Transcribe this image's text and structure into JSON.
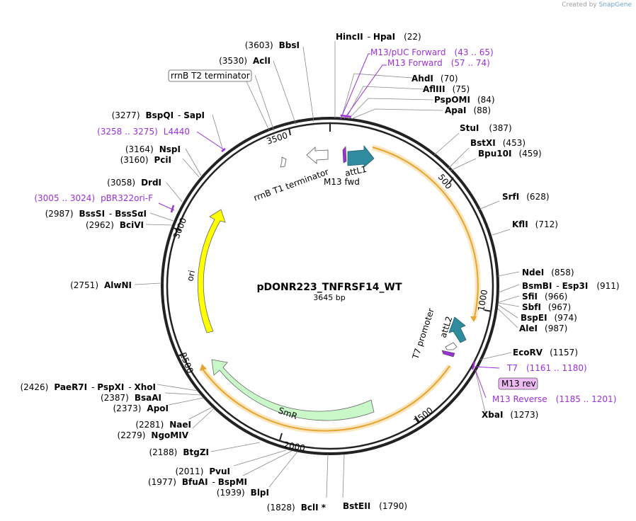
{
  "credit": {
    "prefix": "Created by",
    "brand": "SnapGene"
  },
  "plasmid": {
    "name": "pDONR223_TNFRSF14_WT",
    "length_label": "3645 bp",
    "length": 3645
  },
  "ticks": [
    "500",
    "1000",
    "1500",
    "2000",
    "2500",
    "3000",
    "3500"
  ],
  "enzymes": [
    {
      "id": "hincii",
      "name": "HincII",
      "name2": "HpaI",
      "pos": "(22)"
    },
    {
      "id": "ahdi",
      "name": "AhdI",
      "pos": "(70)"
    },
    {
      "id": "aflii",
      "name": "AflIII",
      "pos": "(75)"
    },
    {
      "id": "pspomi",
      "name": "PspOMI",
      "pos": "(84)"
    },
    {
      "id": "apai",
      "name": "ApaI",
      "pos": "(88)"
    },
    {
      "id": "stui",
      "name": "StuI",
      "pos": "(387)"
    },
    {
      "id": "bstxi",
      "name": "BstXI",
      "pos": "(453)"
    },
    {
      "id": "bpu10i",
      "name": "Bpu10I",
      "pos": "(459)"
    },
    {
      "id": "srfi",
      "name": "SrfI",
      "pos": "(628)"
    },
    {
      "id": "kfli",
      "name": "KflI",
      "pos": "(712)"
    },
    {
      "id": "ndei",
      "name": "NdeI",
      "pos": "(858)"
    },
    {
      "id": "bsmbi",
      "name": "BsmBI",
      "name2": "Esp3I",
      "pos": "(911)"
    },
    {
      "id": "sfii",
      "name": "SfiI",
      "pos": "(966)"
    },
    {
      "id": "sbfi",
      "name": "SbfI",
      "pos": "(967)"
    },
    {
      "id": "bspei",
      "name": "BspEI",
      "pos": "(974)"
    },
    {
      "id": "alei",
      "name": "AleI",
      "pos": "(987)"
    },
    {
      "id": "ecorv",
      "name": "EcoRV",
      "pos": "(1157)"
    },
    {
      "id": "xbai",
      "name": "XbaI",
      "pos": "(1273)"
    },
    {
      "id": "bsteii",
      "name": "BstEII",
      "pos": "(1790)"
    },
    {
      "id": "bcli",
      "name": "BclI *",
      "pos": "(1828)"
    },
    {
      "id": "blpi",
      "name": "BlpI",
      "pos": "(1939)"
    },
    {
      "id": "bfuai",
      "name": "BfuAI",
      "name2": "BspMI",
      "pos": "(1977)"
    },
    {
      "id": "pvui",
      "name": "PvuI",
      "pos": "(2011)"
    },
    {
      "id": "btgzi",
      "name": "BtgZI",
      "pos": "(2188)"
    },
    {
      "id": "ngomiv",
      "name": "NgoMIV",
      "pos": "(2279)"
    },
    {
      "id": "naei",
      "name": "NaeI",
      "pos": "(2281)"
    },
    {
      "id": "apoi",
      "name": "ApoI",
      "pos": "(2373)"
    },
    {
      "id": "bsaai",
      "name": "BsaAI",
      "pos": "(2387)"
    },
    {
      "id": "paer7i",
      "name": "PaeR7I",
      "name2": "PspXI",
      "name3": "XhoI",
      "pos": "(2426)"
    },
    {
      "id": "alwni",
      "name": "AlwNI",
      "pos": "(2751)"
    },
    {
      "id": "bcivi",
      "name": "BciVI",
      "pos": "(2962)"
    },
    {
      "id": "bsssi",
      "name": "BssSI",
      "name2": "BssSαI",
      "pos": "(2987)"
    },
    {
      "id": "drdi",
      "name": "DrdI",
      "pos": "(3058)"
    },
    {
      "id": "pcii",
      "name": "PciI",
      "pos": "(3160)"
    },
    {
      "id": "nspi",
      "name": "NspI",
      "pos": "(3164)"
    },
    {
      "id": "bspqi",
      "name": "BspQI",
      "name2": "SapI",
      "pos": "(3277)"
    },
    {
      "id": "acli",
      "name": "AclI",
      "pos": "(3530)"
    },
    {
      "id": "bbsi",
      "name": "BbsI",
      "pos": "(3603)"
    }
  ],
  "primers": [
    {
      "id": "m13puc",
      "name": "M13/pUC Forward",
      "range": "(43 .. 65)"
    },
    {
      "id": "m13f",
      "name": "M13 Forward",
      "range": "(57 .. 74)"
    },
    {
      "id": "t7",
      "name": "T7",
      "range": "(1161 .. 1180)"
    },
    {
      "id": "m13rev",
      "name": "M13 Reverse",
      "range": "(1185 .. 1201)"
    },
    {
      "id": "pbr322",
      "name": "pBR322ori-F",
      "range": "(3005 .. 3024)"
    },
    {
      "id": "l4440",
      "name": "L4440",
      "range": "(3258 .. 3275)"
    }
  ],
  "features": {
    "attL1": "attL1",
    "m13fwd": "M13 fwd",
    "rrnb_t1": "rrnB T1 terminator",
    "rrnb_t2": "rrnB T2 terminator",
    "t7promoter": "T7 promoter",
    "attL2": "attL2",
    "m13rev_box": "M13 rev",
    "ori": "ori",
    "smr": "SmR"
  },
  "colors": {
    "primer": "#9b30d9",
    "attL": "#2f8b9e",
    "ori": "#ffff00",
    "smr": "#c8f8c8",
    "orf_arc": "#e6a431",
    "orf_glow": "#fae7c0",
    "m13rev_box": "#eebbf5"
  }
}
